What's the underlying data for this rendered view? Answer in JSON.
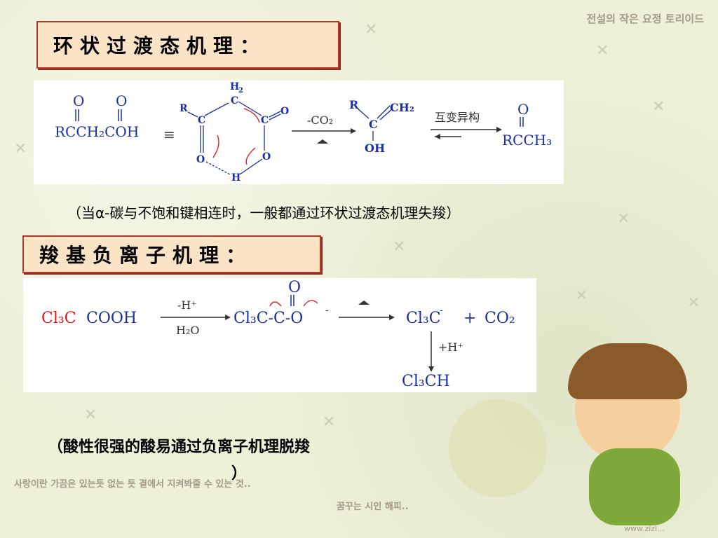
{
  "header_watermark": "전설의 작은 요정 토리이드",
  "section1": {
    "title": "环状过渡态机理：",
    "note": "（当α-碳与不饱和键相连时，一般都通过环状过渡态机理失羧）",
    "diagram": {
      "reactant_O1": "O",
      "reactant_O2": "O",
      "reactant_formula": "RCCH₂COH",
      "equiv": "≡",
      "ring_R": "R",
      "ring_H2": "H",
      "ring_H2_sub": "2",
      "ring_C_top": "C",
      "ring_C_left": "C",
      "ring_C_right": "C",
      "ring_O_right": "O",
      "ring_O_left": "O",
      "ring_O_bottom": "O",
      "ring_H": "H",
      "arrow1_label": "-CO₂",
      "enol_R": "R",
      "enol_CH2": "CH₂",
      "enol_C": "C",
      "enol_OH": "OH",
      "arrow2_label": "互变异构",
      "product_O": "O",
      "product_formula": "RCCH₃"
    }
  },
  "section2": {
    "title": "羧基负离子机理：",
    "note": "（酸性很强的酸易通过负离子机理脱羧",
    "note_end": "）",
    "diagram": {
      "reactant_cl": "Cl₃C",
      "reactant_rest": "COOH",
      "arrow_top": "-H⁺",
      "arrow_bottom": "H₂O",
      "anion_O": "O",
      "anion_formula": "Cl₃C-C-O",
      "anion_charge": "-",
      "product1": "Cl₃C",
      "product1_charge": "-",
      "plus": "+",
      "product2": "CO₂",
      "down_label": "+H⁺",
      "final": "Cl₃CH"
    }
  },
  "footer_korean_1": "사랑이란 가끔은 있는듯 없는 듯 곁에서 지켜봐줄 수 있는 것..",
  "footer_korean_2": "꿈꾸는 시인 해피..",
  "footer_url": "www.zizi..."
}
